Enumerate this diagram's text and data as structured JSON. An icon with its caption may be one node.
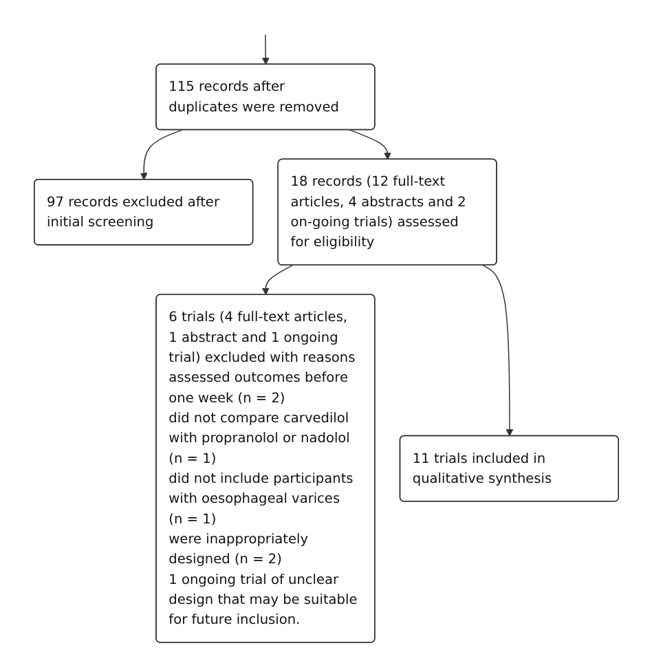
{
  "diagram": {
    "nodes": [
      {
        "text": [
          "115 records after duplicates were removed"
        ]
      },
      {
        "text": [
          "97 records excluded after initial screening"
        ]
      },
      {
        "text": [
          "6 trials (4 full-text articles, 1 abstract and 1 ongoing trial) excluded with reasons",
          "assessed outcomes before one week (n = 2)",
          "did not compare carvedilol with propranolol or nadolol (n = 1)",
          "did not include participants with oesophageal varices (n = 1)",
          "were inappropriately designed (n = 2)",
          "1 ongoing trial of unclear design that may be suitable for future inclusion."
        ]
      },
      {
        "text": [
          "18 records (12 full-text articles, 4 abstracts and 2 on-going trials) assessed for eligibility"
        ]
      },
      {
        "text": [
          "11 trials included in qualitative synthesis"
        ]
      }
    ],
    "edges": [
      {
        "from": null,
        "to": 0,
        "arrow": "to"
      },
      {
        "from": 0,
        "to": 1,
        "arrow": "to"
      },
      {
        "from": 0,
        "to": 3,
        "arrow": "to"
      },
      {
        "from": 3,
        "to": 2,
        "arrow": "to"
      },
      {
        "from": 3,
        "to": 4,
        "arrow": "to"
      }
    ]
  }
}
